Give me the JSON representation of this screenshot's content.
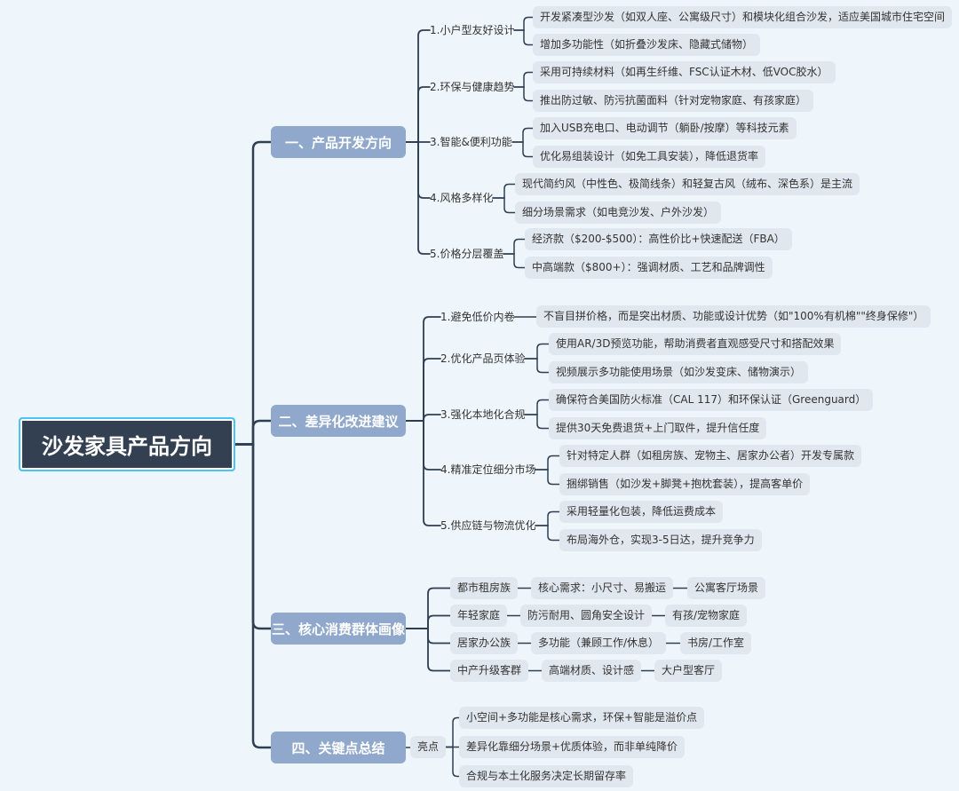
{
  "root": {
    "label": "沙发家具产品方向"
  },
  "colors": {
    "background": "#eef6fb",
    "root_bg": "#334052",
    "root_border": "#49c5f5",
    "main_bg": "#8fa8cb",
    "leaf_bg": "#e0e7ee",
    "line": "#2f3e52"
  },
  "branches": [
    {
      "label": "一、产品开发方向",
      "children": [
        {
          "label": "1.小户型友好设计",
          "leaves": [
            "开发紧凑型沙发（如双人座、公寓级尺寸）和模块化组合沙发，适应美国城市住宅空间",
            "增加多功能性（如折叠沙发床、隐藏式储物）"
          ]
        },
        {
          "label": "2.环保与健康趋势",
          "leaves": [
            "采用可持续材料（如再生纤维、FSC认证木材、低VOC胶水）",
            "推出防过敏、防污抗菌面料（针对宠物家庭、有孩家庭）"
          ]
        },
        {
          "label": "3.智能&便利功能",
          "leaves": [
            "加入USB充电口、电动调节（躺卧/按摩）等科技元素",
            "优化易组装设计（如免工具安装），降低退货率"
          ]
        },
        {
          "label": "4.风格多样化",
          "leaves": [
            "现代简约风（中性色、极简线条）和轻复古风（绒布、深色系）是主流",
            "细分场景需求（如电竞沙发、户外沙发）"
          ]
        },
        {
          "label": "5.价格分层覆盖",
          "leaves": [
            "经济款（$200-$500）：高性价比+快速配送（FBA）",
            "中高端款（$800+）：强调材质、工艺和品牌调性"
          ]
        }
      ]
    },
    {
      "label": "二、差异化改进建议",
      "children": [
        {
          "label": "1.避免低价内卷",
          "leaves": [
            "不盲目拼价格，而是突出材质、功能或设计优势（如\"100%有机棉\"\"终身保修\"）"
          ]
        },
        {
          "label": "2.优化产品页体验",
          "leaves": [
            "使用AR/3D预览功能，帮助消费者直观感受尺寸和搭配效果",
            "视频展示多功能使用场景（如沙发变床、储物演示）"
          ]
        },
        {
          "label": "3.强化本地化合规",
          "leaves": [
            "确保符合美国防火标准（CAL 117）和环保认证（Greenguard）",
            "提供30天免费退货+上门取件，提升信任度"
          ]
        },
        {
          "label": "4.精准定位细分市场",
          "leaves": [
            "针对特定人群（如租房族、宠物主、居家办公者）开发专属款",
            "捆绑销售（如沙发+脚凳+抱枕套装），提高客单价"
          ]
        },
        {
          "label": "5.供应链与物流优化",
          "leaves": [
            "采用轻量化包装，降低运费成本",
            "布局海外仓，实现3-5日达，提升竞争力"
          ]
        }
      ]
    },
    {
      "label": "三、核心消费群体画像",
      "children": [
        {
          "label": "都市租房族",
          "chain": [
            "核心需求：小尺寸、易搬运",
            "公寓客厅场景"
          ]
        },
        {
          "label": "年轻家庭",
          "chain": [
            "防污耐用、圆角安全设计",
            "有孩/宠物家庭"
          ]
        },
        {
          "label": "居家办公族",
          "chain": [
            "多功能（兼顾工作/休息）",
            "书房/工作室"
          ]
        },
        {
          "label": "中产升级客群",
          "chain": [
            "高端材质、设计感",
            "大户型客厅"
          ]
        }
      ]
    },
    {
      "label": "四、关键点总结",
      "children": [
        {
          "label": "亮点",
          "leaves": [
            "小空间+多功能是核心需求，环保+智能是溢价点",
            "差异化靠细分场景+优质体验，而非单纯降价",
            "合规与本土化服务决定长期留存率"
          ]
        }
      ]
    }
  ]
}
